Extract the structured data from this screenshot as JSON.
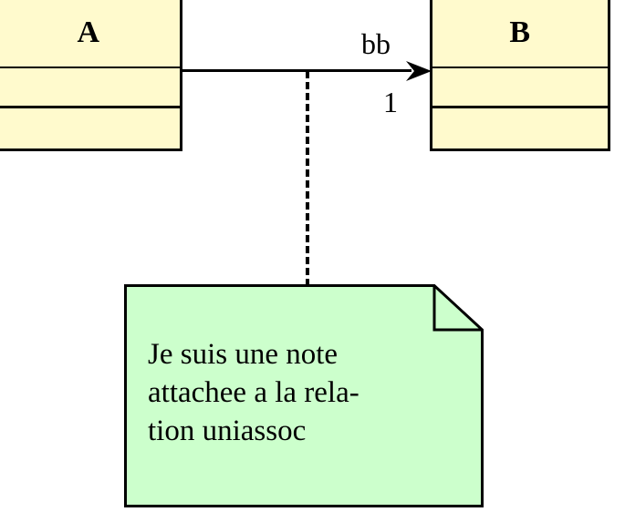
{
  "diagram": {
    "type": "uml-class-diagram",
    "background_color": "#ffffff",
    "classes": [
      {
        "name": "A",
        "fill_color": "#fffacd",
        "border_color": "#000000",
        "attributes": [],
        "operations": []
      },
      {
        "name": "B",
        "fill_color": "#fffacd",
        "border_color": "#000000",
        "attributes": [],
        "operations": []
      }
    ],
    "association": {
      "kind": "unidirectional-association",
      "source": "A",
      "target": "B",
      "label": "bb",
      "target_multiplicity": "1",
      "line_color": "#000000"
    },
    "note": {
      "text": "Je suis une note\nattachee a la rela-\ntion uniassoc",
      "fill_color": "#ccffcc",
      "border_color": "#000000",
      "anchor": "association",
      "connector_style": "dashed"
    }
  }
}
